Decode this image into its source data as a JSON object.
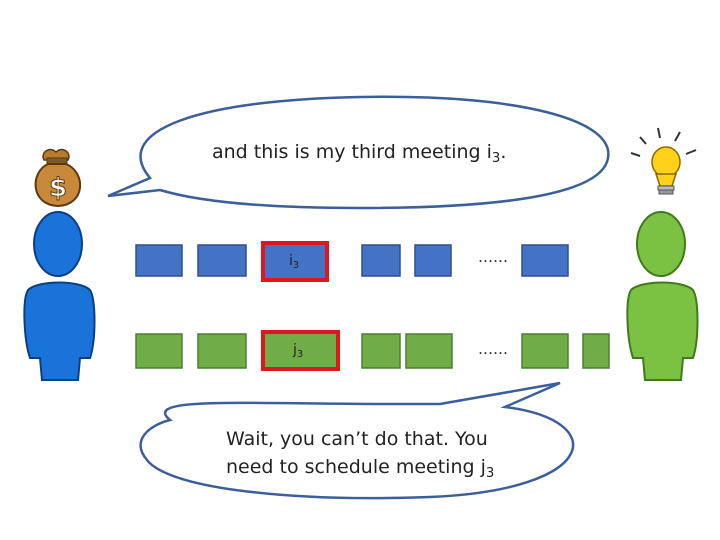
{
  "bubble_top": {
    "text": "and this is my third meeting i",
    "sub": "3",
    "suffix": "."
  },
  "bubble_bottom": {
    "line1": "Wait, you can’t do that. You",
    "line2": "need to schedule meeting j",
    "line2_sub": "3"
  },
  "row_blue": {
    "highlight_label": "i",
    "highlight_sub": "3",
    "ellipsis": "……",
    "fill": "#4472c4",
    "stroke": "#2f4f8f"
  },
  "row_green": {
    "highlight_label": "j",
    "highlight_sub": "3",
    "ellipsis": "……",
    "fill": "#70ad47",
    "stroke": "#4e7f32"
  },
  "highlight_color": "#e0161d",
  "icons": [
    "money-bag-icon",
    "light-bulb-icon",
    "blue-person-icon",
    "green-person-icon"
  ]
}
